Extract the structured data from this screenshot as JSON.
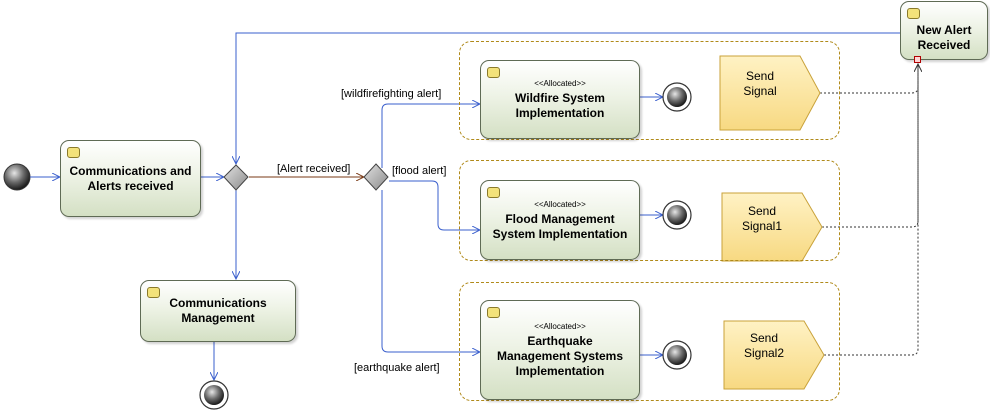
{
  "nodes": {
    "comm_alerts": {
      "title": "Communications and Alerts received"
    },
    "comm_mgmt": {
      "title": "Communications Management"
    },
    "wildfire": {
      "stereotype": "<<Allocated>>",
      "title": "Wildfire System Implementation"
    },
    "flood": {
      "stereotype": "<<Allocated>>",
      "title": "Flood Management System Implementation"
    },
    "earthquake": {
      "stereotype": "<<Allocated>>",
      "title": "Earthquake Management Systems Implementation"
    },
    "new_alert": {
      "title": "New Alert Received"
    }
  },
  "signals": {
    "send1": "Send Signal",
    "send2": "Send Signal1",
    "send3": "Send Signal2"
  },
  "guards": {
    "alert_received": "[Alert received]",
    "wildfire": "[wildfirefighting alert]",
    "flood": "[flood alert]",
    "earthquake": "[earthquake alert]"
  },
  "colors": {
    "flow": "#3a5fcd",
    "alert_flow": "#7a3a16",
    "region_border": "#b08a1a",
    "signal_fill": "#ffe9a8",
    "node_border": "#5f6b55"
  }
}
